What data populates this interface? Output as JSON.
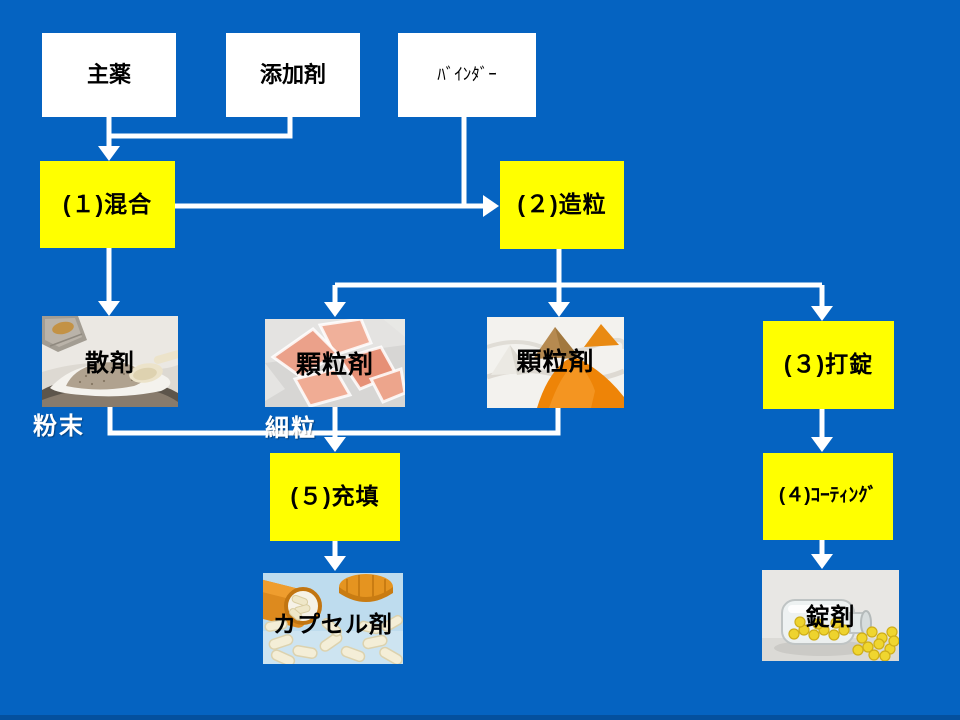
{
  "slide": {
    "type": "pharmaceutical-process-flowchart"
  },
  "colors": {
    "background": "#0563C1",
    "bottom_edge": "#04509E",
    "process_box": "#FFFF00",
    "input_box": "#FFFFFF",
    "connector": "#FFFFFF",
    "box_text": "#000000",
    "annotation_text": "#FFFFFF"
  },
  "nodes": {
    "main_drug": "主薬",
    "additive": "添加剤",
    "binder": "ﾊﾞｲﾝﾀﾞｰ",
    "step1": "(１)混合",
    "step2": "(２)造粒",
    "step3": "(３)打錠",
    "step4": "(４)ｺｰﾃｨﾝｸﾞ",
    "step5": "(５)充填"
  },
  "photos": {
    "powder": {
      "label": "散剤"
    },
    "granule_fine": {
      "label": "顆粒剤"
    },
    "granule_coarse": {
      "label": "顆粒剤"
    },
    "capsule": {
      "label": "カプセル剤"
    },
    "tablet": {
      "label": "錠剤"
    }
  },
  "annotations": {
    "funmatsu": "粉末",
    "sairyu": "細粒"
  }
}
